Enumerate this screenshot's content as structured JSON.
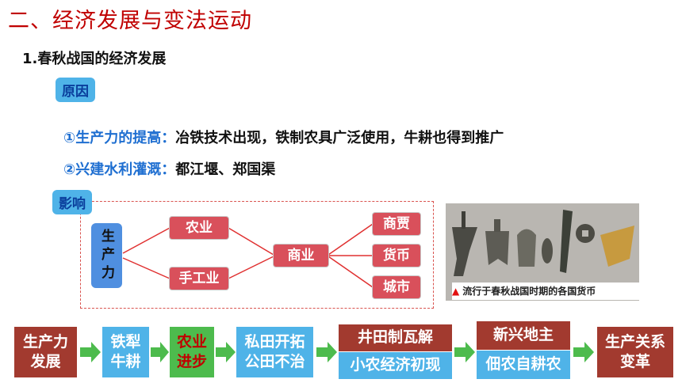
{
  "title": "二、经济发展与变法运动",
  "subtitle": "1.春秋战国的经济发展",
  "reason_tag": "原因",
  "reasons": [
    {
      "key": "①生产力的提高：",
      "text": "冶铁技术出现，铁制农具广泛使用，牛耕也得到推广"
    },
    {
      "key": "②兴建水利灌溉：",
      "text": "都江堰、郑国渠"
    }
  ],
  "impact_tag": "影响",
  "impact": {
    "root": "生产力",
    "mid": [
      "农业",
      "手工业"
    ],
    "center": "商业",
    "right": [
      "商贾",
      "货币",
      "城市"
    ]
  },
  "caption": "流行于春秋战国时期的各国货币",
  "flow": {
    "start": [
      "生产力",
      "发展"
    ],
    "step1": [
      "铁犁",
      "牛耕"
    ],
    "step2": [
      "农业",
      "进步"
    ],
    "step3": [
      "私田开拓",
      "公田不治"
    ],
    "step4": [
      "井田制瓦解",
      "小农经济初现"
    ],
    "step5": [
      "新兴地主",
      "佃农自耕农"
    ],
    "end": [
      "生产关系",
      "变革"
    ]
  },
  "colors": {
    "red": "#d9505b",
    "blue": "#4fb3e8",
    "title": "#c00000",
    "dark_red": "#a23a2f",
    "green": "#4dbb4d"
  }
}
